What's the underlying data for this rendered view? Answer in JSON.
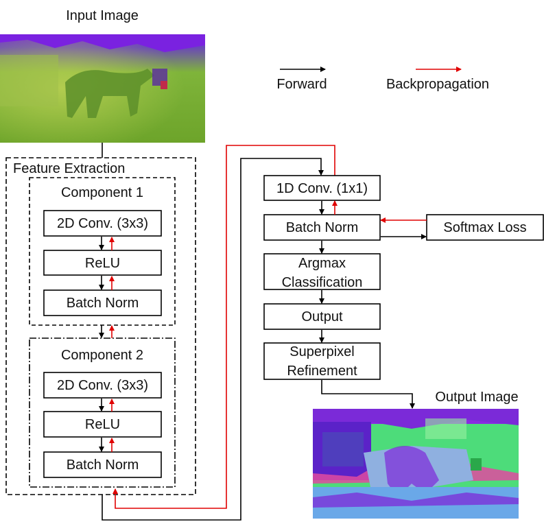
{
  "colors": {
    "forward": "#000000",
    "backprop": "#e00000"
  },
  "labels": {
    "input_image": "Input Image",
    "output_image": "Output Image",
    "feature_extraction": "Feature Extraction"
  },
  "legend": {
    "forward": "Forward",
    "backprop": "Backpropagation"
  },
  "component1": {
    "title": "Component 1",
    "conv": "2D Conv. (3x3)",
    "relu": "ReLU",
    "bn": "Batch Norm"
  },
  "component2": {
    "title": "Component 2",
    "conv": "2D Conv. (3x3)",
    "relu": "ReLU",
    "bn": "Batch Norm"
  },
  "pipeline": {
    "conv1d": "1D Conv. (1x1)",
    "bn": "Batch Norm",
    "softmax": "Softmax Loss",
    "argmax_line1": "Argmax",
    "argmax_line2": "Classification",
    "output": "Output",
    "superpixel_line1": "Superpixel",
    "superpixel_line2": "Refinement"
  }
}
